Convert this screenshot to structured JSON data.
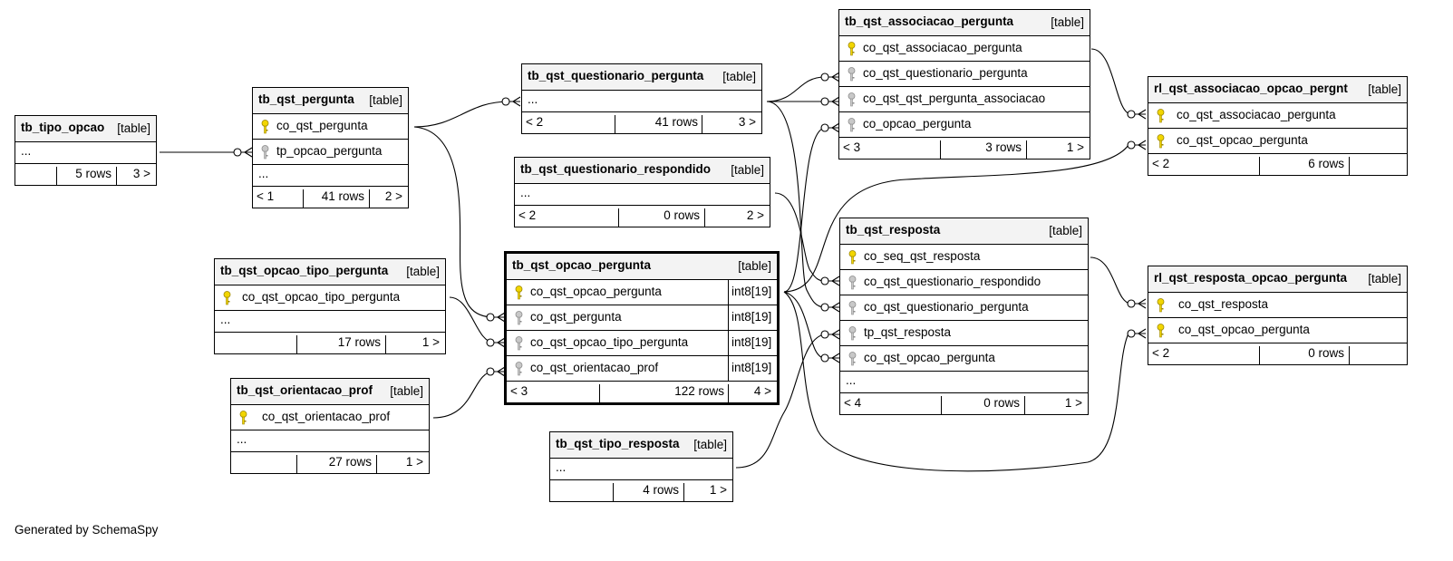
{
  "footer_text": "Generated by SchemaSpy",
  "tables": {
    "tb_tipo_opcao": {
      "name": "tb_tipo_opcao",
      "tag": "[table]",
      "ellipsis": "...",
      "left": "",
      "rows": "5 rows",
      "right": "3 >"
    },
    "tb_qst_pergunta": {
      "name": "tb_qst_pergunta",
      "tag": "[table]",
      "columns": [
        "co_qst_pergunta",
        "tp_opcao_pergunta"
      ],
      "ellipsis": "...",
      "left": "< 1",
      "rows": "41 rows",
      "right": "2 >"
    },
    "tb_qst_questionario_pergunta": {
      "name": "tb_qst_questionario_pergunta",
      "tag": "[table]",
      "ellipsis": "...",
      "left": "< 2",
      "rows": "41 rows",
      "right": "3 >"
    },
    "tb_qst_questionario_respondido": {
      "name": "tb_qst_questionario_respondido",
      "tag": "[table]",
      "ellipsis": "...",
      "left": "< 2",
      "rows": "0 rows",
      "right": "2 >"
    },
    "tb_qst_opcao_tipo_pergunta": {
      "name": "tb_qst_opcao_tipo_pergunta",
      "tag": "[table]",
      "columns": [
        "co_qst_opcao_tipo_pergunta"
      ],
      "ellipsis": "...",
      "left": "",
      "rows": "17 rows",
      "right": "1 >"
    },
    "tb_qst_orientacao_prof": {
      "name": "tb_qst_orientacao_prof",
      "tag": "[table]",
      "columns": [
        "co_qst_orientacao_prof"
      ],
      "ellipsis": "...",
      "left": "",
      "rows": "27 rows",
      "right": "1 >"
    },
    "tb_qst_opcao_pergunta": {
      "name": "tb_qst_opcao_pergunta",
      "tag": "[table]",
      "columns": [
        "co_qst_opcao_pergunta",
        "co_qst_pergunta",
        "co_qst_opcao_tipo_pergunta",
        "co_qst_orientacao_prof"
      ],
      "types": [
        "int8[19]",
        "int8[19]",
        "int8[19]",
        "int8[19]"
      ],
      "left": "< 3",
      "rows": "122 rows",
      "right": "4 >"
    },
    "tb_qst_tipo_resposta": {
      "name": "tb_qst_tipo_resposta",
      "tag": "[table]",
      "ellipsis": "...",
      "left": "",
      "rows": "4 rows",
      "right": "1 >"
    },
    "tb_qst_associacao_pergunta": {
      "name": "tb_qst_associacao_pergunta",
      "tag": "[table]",
      "columns": [
        "co_qst_associacao_pergunta",
        "co_qst_questionario_pergunta",
        "co_qst_qst_pergunta_associacao",
        "co_opcao_pergunta"
      ],
      "left": "< 3",
      "rows": "3 rows",
      "right": "1 >"
    },
    "tb_qst_resposta": {
      "name": "tb_qst_resposta",
      "tag": "[table]",
      "columns": [
        "co_seq_qst_resposta",
        "co_qst_questionario_respondido",
        "co_qst_questionario_pergunta",
        "tp_qst_resposta",
        "co_qst_opcao_pergunta"
      ],
      "ellipsis": "...",
      "left": "< 4",
      "rows": "0 rows",
      "right": "1 >"
    },
    "rl_qst_associacao_opcao_pergnt": {
      "name": "rl_qst_associacao_opcao_pergnt",
      "tag": "[table]",
      "columns": [
        "co_qst_associacao_pergunta",
        "co_qst_opcao_pergunta"
      ],
      "left": "< 2",
      "rows": "6 rows",
      "right": ""
    },
    "rl_qst_resposta_opcao_pergunta": {
      "name": "rl_qst_resposta_opcao_pergunta",
      "tag": "[table]",
      "columns": [
        "co_qst_resposta",
        "co_qst_opcao_pergunta"
      ],
      "left": "< 2",
      "rows": "0 rows",
      "right": ""
    }
  }
}
